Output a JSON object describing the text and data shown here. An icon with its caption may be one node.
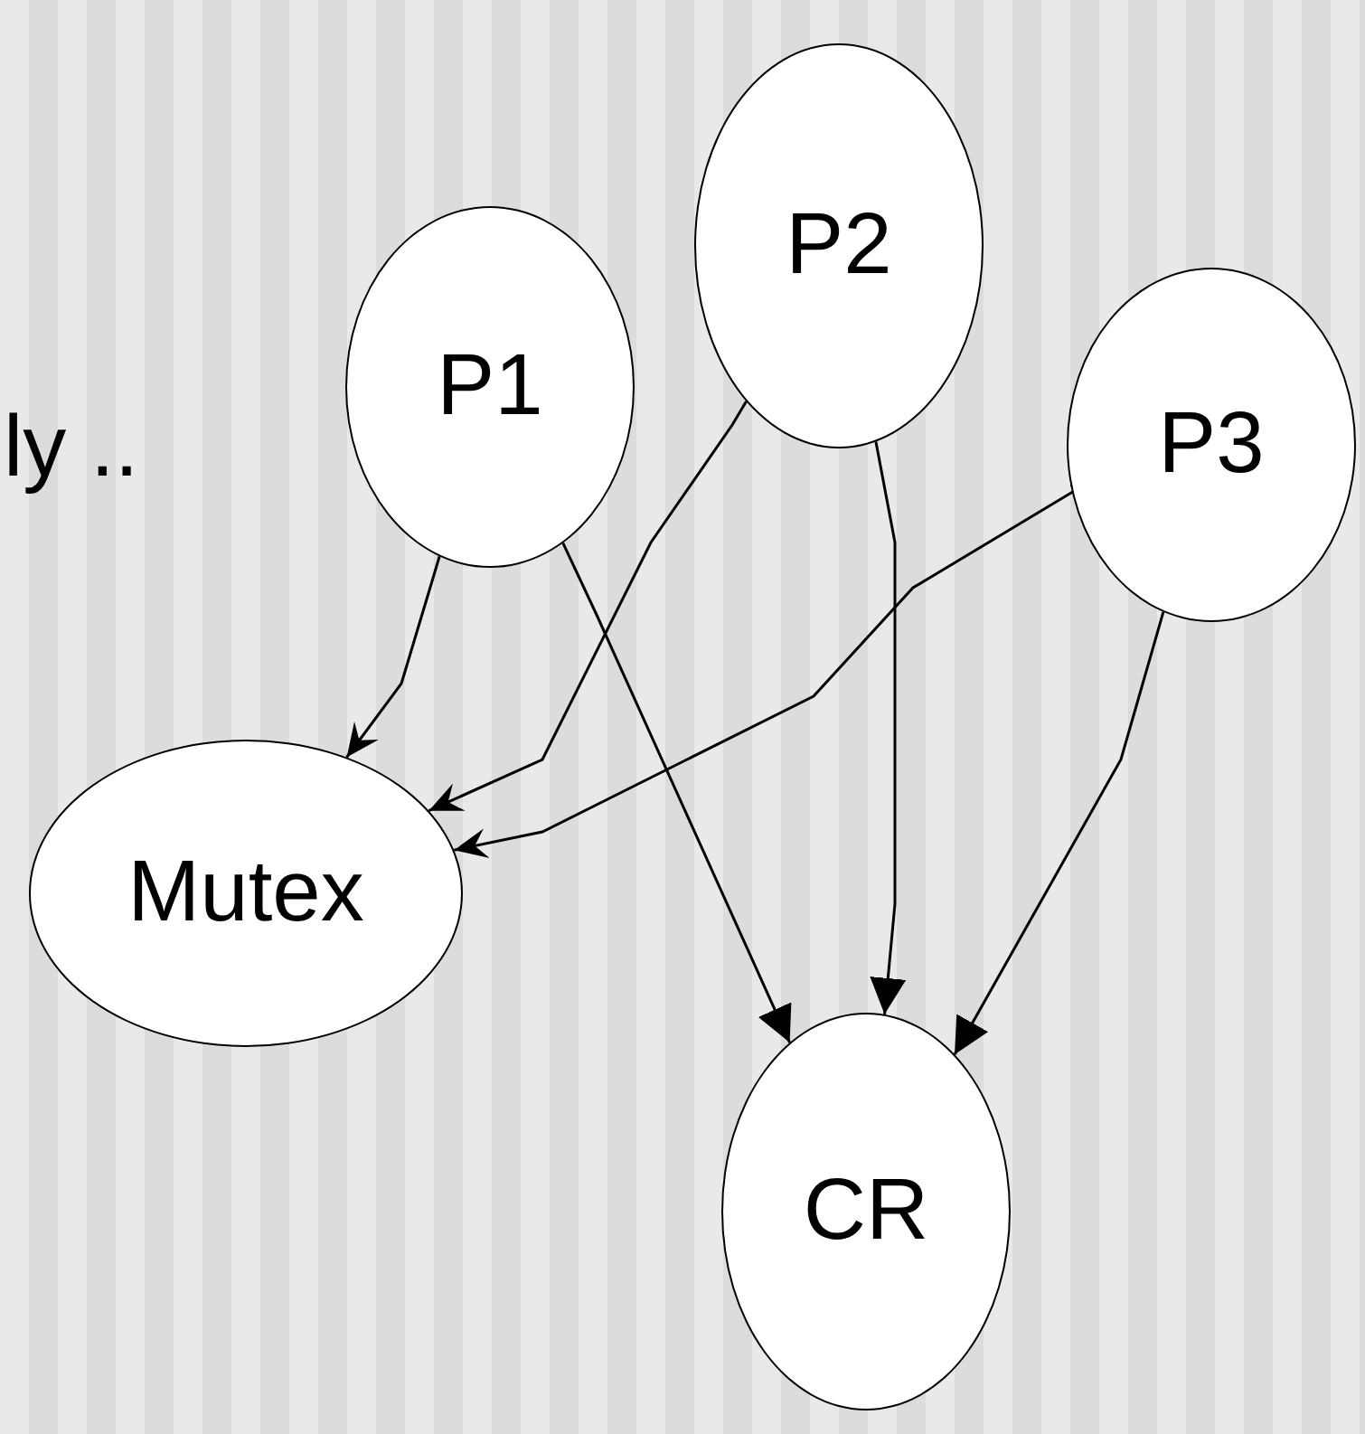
{
  "diagram": {
    "nodes": [
      {
        "text": [
          "P1"
        ]
      },
      {
        "text": [
          "P2"
        ]
      },
      {
        "text": [
          "P3"
        ]
      },
      {
        "text": [
          "Mutex"
        ]
      },
      {
        "text": [
          "CR"
        ]
      }
    ],
    "edges": [
      {
        "from": 0,
        "to": 3,
        "arrow": "to"
      },
      {
        "from": 1,
        "to": 3,
        "arrow": "to"
      },
      {
        "from": 2,
        "to": 3,
        "arrow": "to"
      },
      {
        "from": 0,
        "to": 4,
        "arrow": "to"
      },
      {
        "from": 1,
        "to": 4,
        "arrow": "to"
      },
      {
        "from": 2,
        "to": 4,
        "arrow": "to"
      }
    ],
    "labels": [
      "ly .."
    ]
  }
}
